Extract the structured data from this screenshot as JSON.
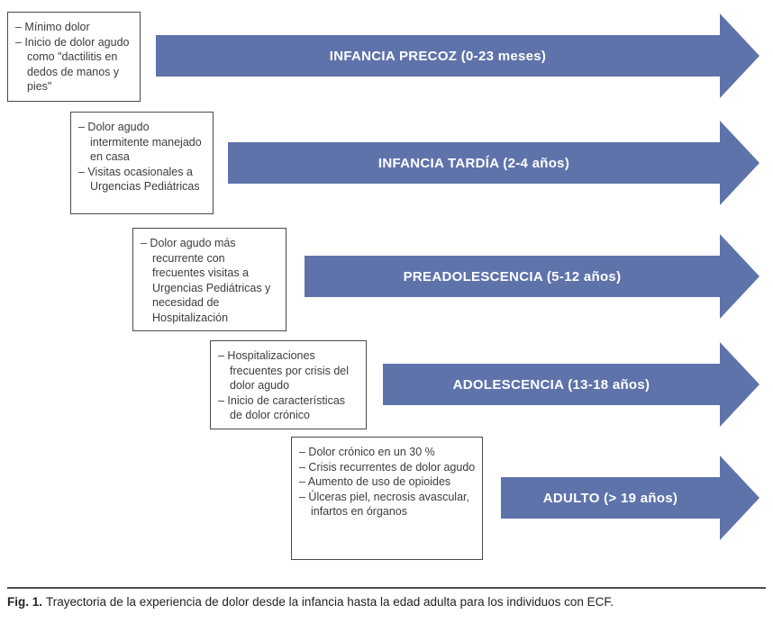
{
  "figure": {
    "caption_prefix": "Fig. 1.",
    "caption_text": "Trayectoria de la experiencia de dolor desde la infancia hasta la edad adulta para los individuos con ECF."
  },
  "colors": {
    "arrow_blue": "#5f73ab",
    "box_border": "#4a4a4a",
    "text": "#3c3c3c",
    "rule": "#4f4f4f",
    "arrow_label_text": "#ffffff"
  },
  "stages": [
    {
      "arrow_label": "INFANCIA PRECOZ (0-23 meses)",
      "notes": [
        "– Mínimo dolor",
        "– Inicio de dolor agudo como \"dactilitis en dedos de manos y pies\""
      ]
    },
    {
      "arrow_label": "INFANCIA TARDÍA (2-4 años)",
      "notes": [
        "– Dolor agudo intermitente manejado en casa",
        "– Visitas ocasionales a Urgencias Pediátricas"
      ]
    },
    {
      "arrow_label": "PREADOLESCENCIA (5-12 años)",
      "notes": [
        "– Dolor agudo más recurrente con frecuentes visitas a Urgencias Pediátricas y necesidad de Hospitalización"
      ]
    },
    {
      "arrow_label": "ADOLESCENCIA (13-18 años)",
      "notes": [
        "– Hospitalizaciones frecuentes por crisis del dolor agudo",
        "– Inicio de características de dolor crónico"
      ]
    },
    {
      "arrow_label": "ADULTO (> 19 años)",
      "notes": [
        "– Dolor crónico en un 30 %",
        "– Crisis recurrentes de dolor agudo",
        "– Aumento de uso de opioides",
        "– Úlceras piel, necrosis avascular, infartos en órganos"
      ]
    }
  ]
}
